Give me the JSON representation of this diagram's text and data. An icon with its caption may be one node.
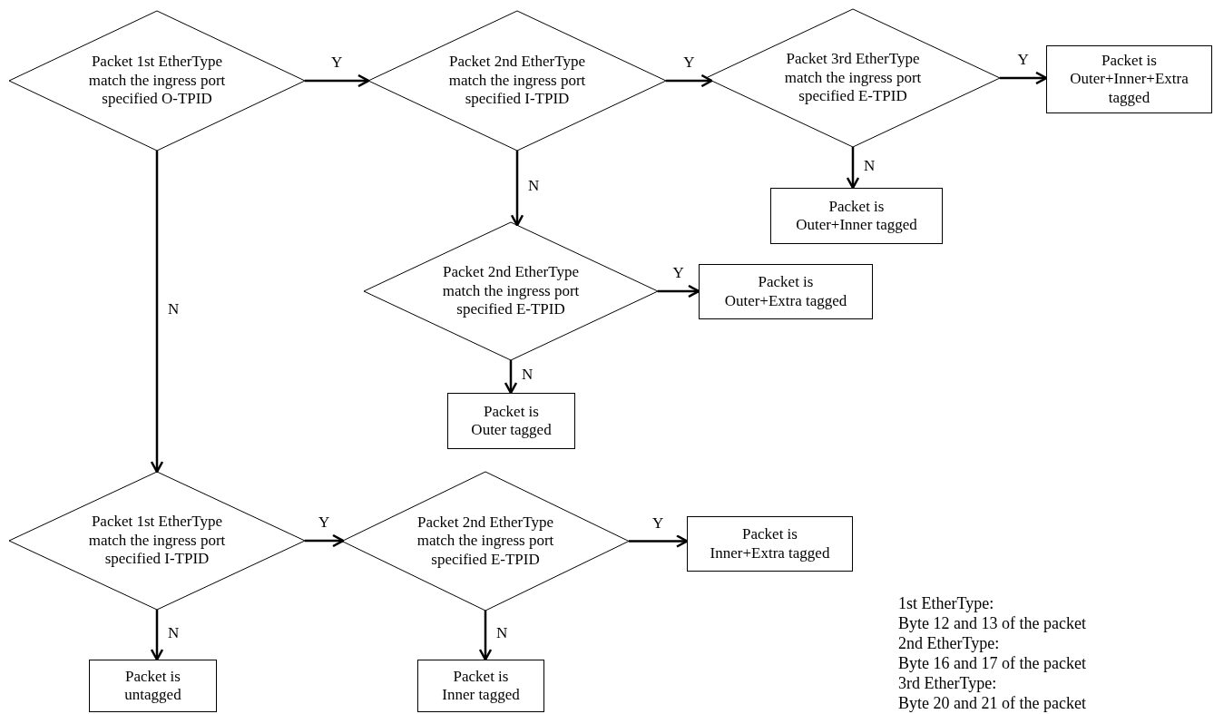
{
  "diagram": {
    "nodes": [
      {
        "text": [
          "Packet 1st EtherType match the ingress port specified O-TPID"
        ]
      },
      {
        "text": [
          "Packet 2nd EtherType match the ingress port specified I-TPID"
        ]
      },
      {
        "text": [
          "Packet 3rd EtherType match the ingress port specified E-TPID"
        ]
      },
      {
        "text": [
          "Packet is Outer+Inner+Extra tagged"
        ]
      },
      {
        "text": [
          "Packet is Outer+Inner tagged"
        ]
      },
      {
        "text": [
          "Packet 2nd EtherType match the ingress port specified E-TPID"
        ]
      },
      {
        "text": [
          "Packet is Outer+Extra tagged"
        ]
      },
      {
        "text": [
          "Packet is Outer tagged"
        ]
      },
      {
        "text": [
          "Packet 1st EtherType match the ingress port specified I-TPID"
        ]
      },
      {
        "text": [
          "Packet 2nd EtherType match the ingress port specified E-TPID"
        ]
      },
      {
        "text": [
          "Packet is Inner+Extra tagged"
        ]
      },
      {
        "text": [
          "Packet is untagged"
        ]
      },
      {
        "text": [
          "Packet is Inner tagged"
        ]
      }
    ],
    "edges": [
      {
        "from": 0,
        "to": 1,
        "arrow": "to",
        "label": "Y"
      },
      {
        "from": 1,
        "to": 2,
        "arrow": "to",
        "label": "Y"
      },
      {
        "from": 2,
        "to": 3,
        "arrow": "to",
        "label": "Y"
      },
      {
        "from": 2,
        "to": 4,
        "arrow": "to",
        "label": "N"
      },
      {
        "from": 1,
        "to": 5,
        "arrow": "to",
        "label": "N"
      },
      {
        "from": 5,
        "to": 6,
        "arrow": "to",
        "label": "Y"
      },
      {
        "from": 5,
        "to": 7,
        "arrow": "to",
        "label": "N"
      },
      {
        "from": 0,
        "to": 8,
        "arrow": "to",
        "label": "N"
      },
      {
        "from": 8,
        "to": 9,
        "arrow": "to",
        "label": "Y"
      },
      {
        "from": 9,
        "to": 10,
        "arrow": "to",
        "label": "Y"
      },
      {
        "from": 8,
        "to": 11,
        "arrow": "to",
        "label": "N"
      },
      {
        "from": 9,
        "to": 12,
        "arrow": "to",
        "label": "N"
      }
    ],
    "labels": [
      "1st EtherType:",
      "Byte 12 and 13 of the packet",
      "2nd EtherType:",
      "Byte 16 and 17 of the packet",
      "3rd EtherType:",
      "Byte 20 and 21 of the packet"
    ]
  }
}
